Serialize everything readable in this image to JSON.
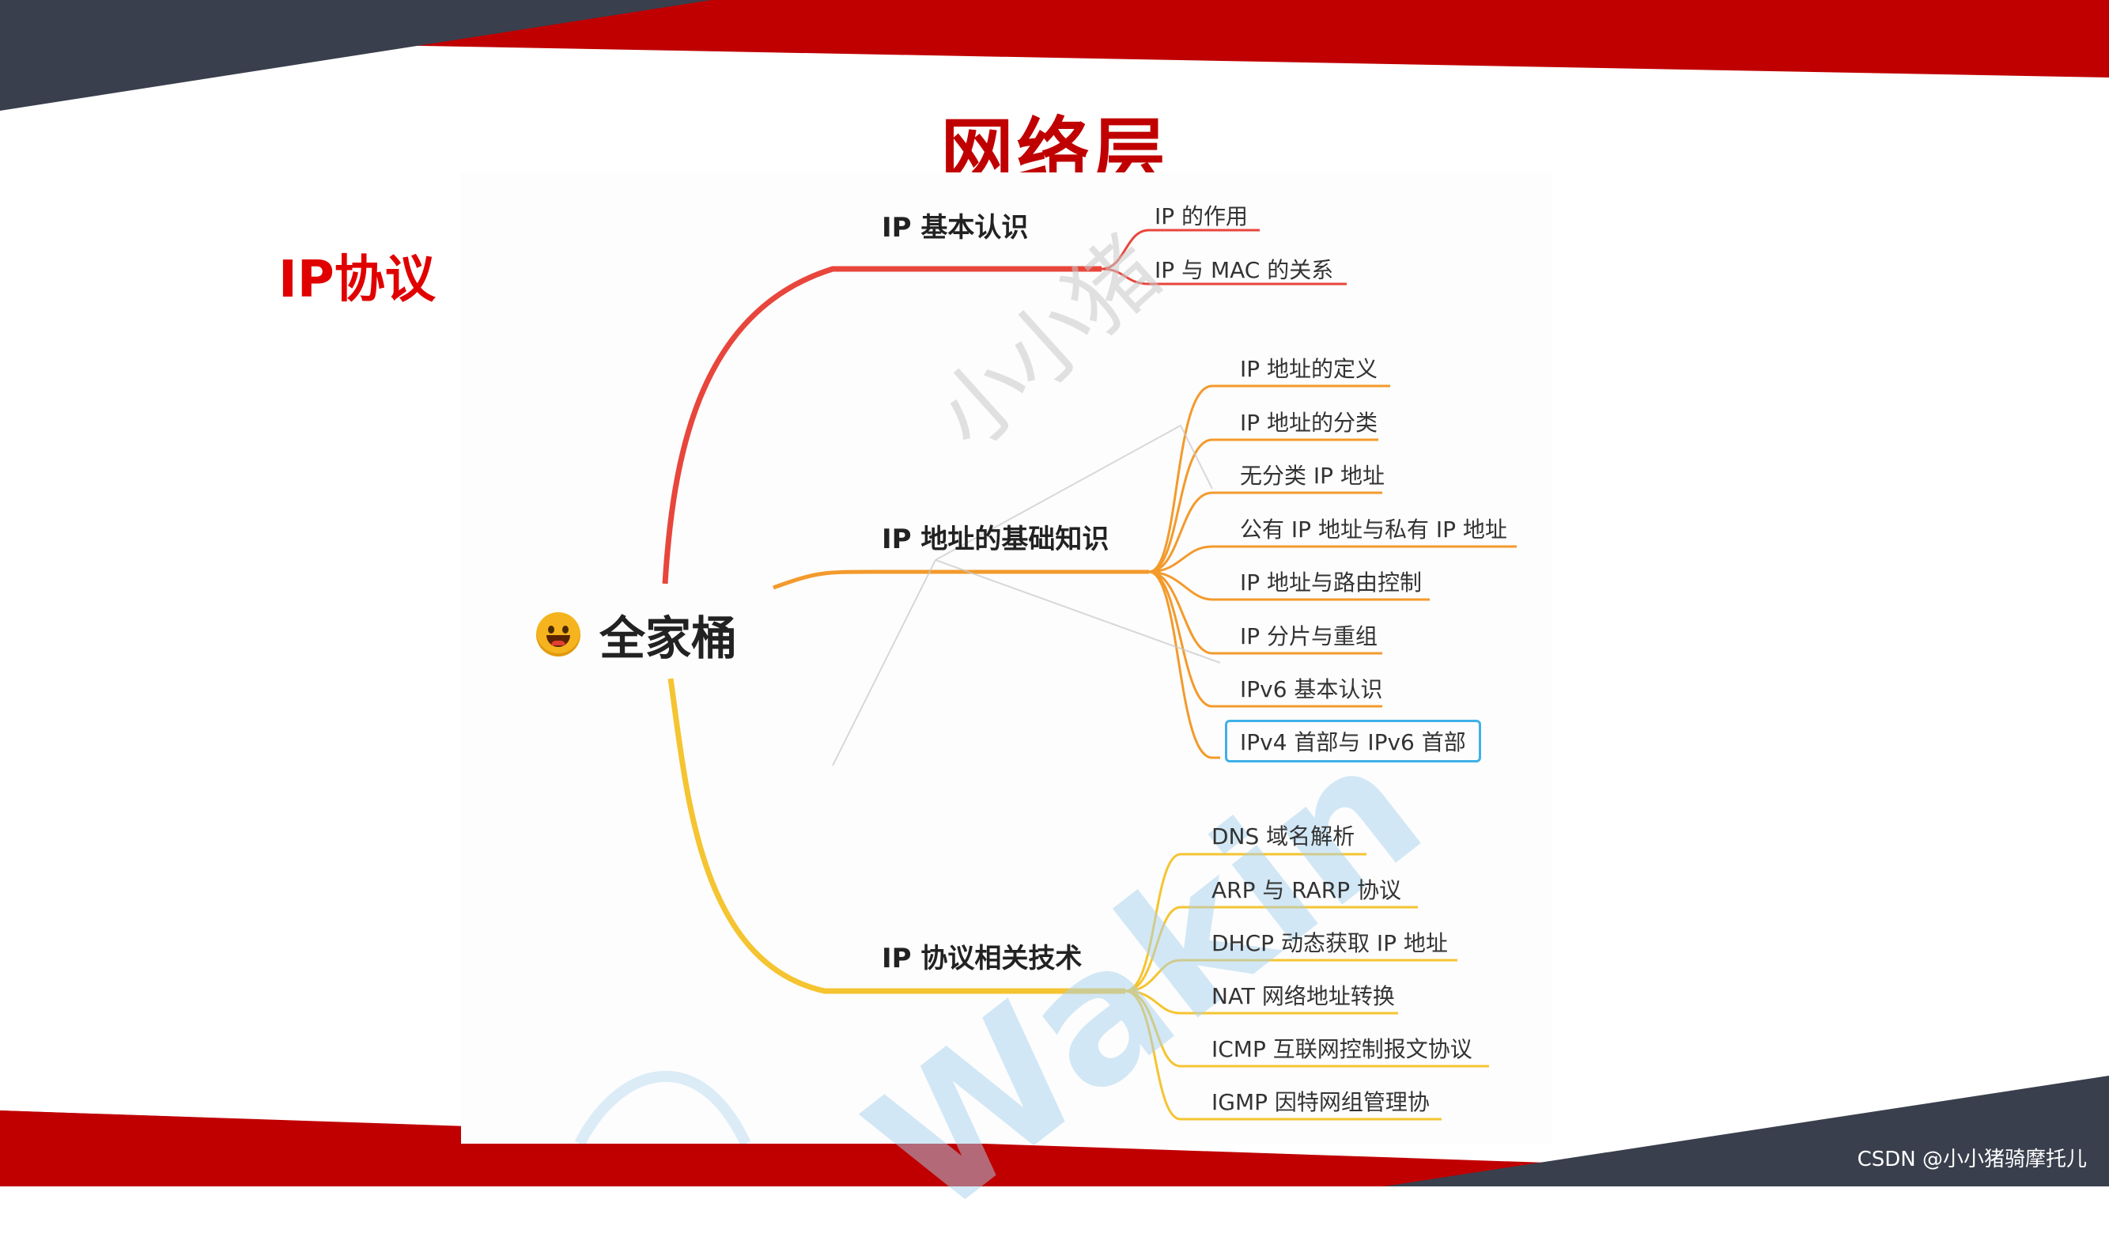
{
  "slide": {
    "title": "网络层",
    "section_label": "IP协议",
    "credit": "CSDN @小小猪骑摩托儿"
  },
  "colors": {
    "brand_red": "#c00000",
    "dark_band": "#3a3f4d",
    "branch1_line": "#e8463c",
    "branch2_line": "#f39a2c",
    "branch3_line": "#f5c431",
    "selection_border": "#3fb0e8"
  },
  "mindmap": {
    "root": {
      "label": "全家桶",
      "icon": "grinning-face-icon"
    },
    "branches": [
      {
        "label": "IP 基本认识",
        "color": "#e8463c",
        "leaves": [
          "IP 的作用",
          "IP 与 MAC 的关系"
        ]
      },
      {
        "label": "IP 地址的基础知识",
        "color": "#f39a2c",
        "leaves": [
          "IP 地址的定义",
          "IP 地址的分类",
          "无分类 IP 地址",
          "公有 IP 地址与私有 IP 地址",
          "IP 地址与路由控制",
          "IP 分片与重组",
          "IPv6 基本认识",
          "IPv4 首部与 IPv6 首部"
        ],
        "selected_leaf": 7
      },
      {
        "label": "IP 协议相关技术",
        "color": "#f5c431",
        "leaves": [
          "DNS 域名解析",
          "ARP 与 RARP 协议",
          "DHCP 动态获取 IP 地址",
          "NAT 网络地址转换",
          "ICMP 互联网控制报文协议",
          "IGMP 因特网组管理协"
        ]
      }
    ],
    "watermark_text": [
      "小小猪",
      "Wakin"
    ]
  }
}
